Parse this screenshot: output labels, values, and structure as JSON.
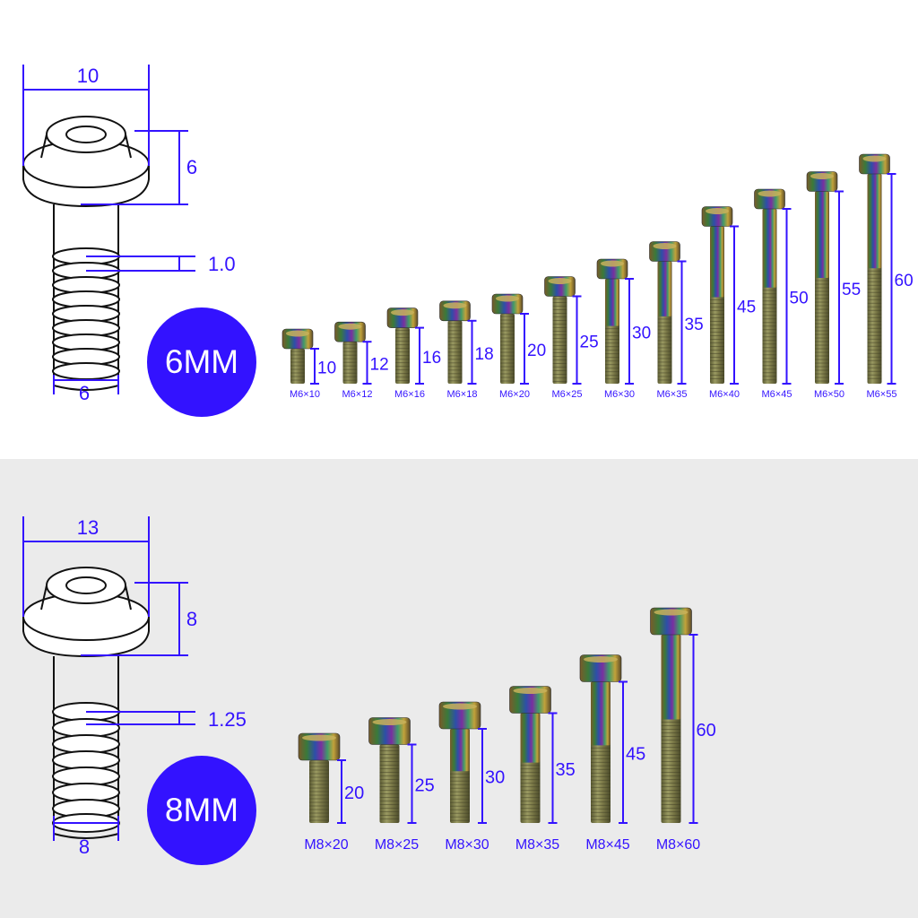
{
  "colors": {
    "dimension": "#3312ff",
    "outline": "#111111",
    "top_background": "#ffffff",
    "bottom_background": "#ebebeb",
    "badge_text": "#ffffff"
  },
  "m6": {
    "badge": "6MM",
    "drawing": {
      "head_width": "10",
      "head_height": "6",
      "pitch": "1.0",
      "shank_diameter": "6"
    },
    "bolts": [
      {
        "label": "M6×10",
        "dim": "10",
        "length": 10
      },
      {
        "label": "M6×12",
        "dim": "12",
        "length": 12
      },
      {
        "label": "M6×16",
        "dim": "16",
        "length": 16
      },
      {
        "label": "M6×18",
        "dim": "18",
        "length": 18
      },
      {
        "label": "M6×20",
        "dim": "20",
        "length": 20
      },
      {
        "label": "M6×25",
        "dim": "25",
        "length": 25
      },
      {
        "label": "M6×30",
        "dim": "30",
        "length": 30
      },
      {
        "label": "M6×35",
        "dim": "35",
        "length": 35
      },
      {
        "label": "M6×40",
        "dim": "45",
        "length": 45
      },
      {
        "label": "M6×45",
        "dim": "50",
        "length": 50
      },
      {
        "label": "M6×50",
        "dim": "55",
        "length": 55
      },
      {
        "label": "M6×55",
        "dim": "60",
        "length": 60
      }
    ]
  },
  "m8": {
    "badge": "8MM",
    "drawing": {
      "head_width": "13",
      "head_height": "8",
      "pitch": "1.25",
      "shank_diameter": "8"
    },
    "bolts": [
      {
        "label": "M8×20",
        "dim": "20",
        "length": 20
      },
      {
        "label": "M8×25",
        "dim": "25",
        "length": 25
      },
      {
        "label": "M8×30",
        "dim": "30",
        "length": 30
      },
      {
        "label": "M8×35",
        "dim": "35",
        "length": 35
      },
      {
        "label": "M8×45",
        "dim": "45",
        "length": 45
      },
      {
        "label": "M8×60",
        "dim": "60",
        "length": 60
      }
    ]
  }
}
